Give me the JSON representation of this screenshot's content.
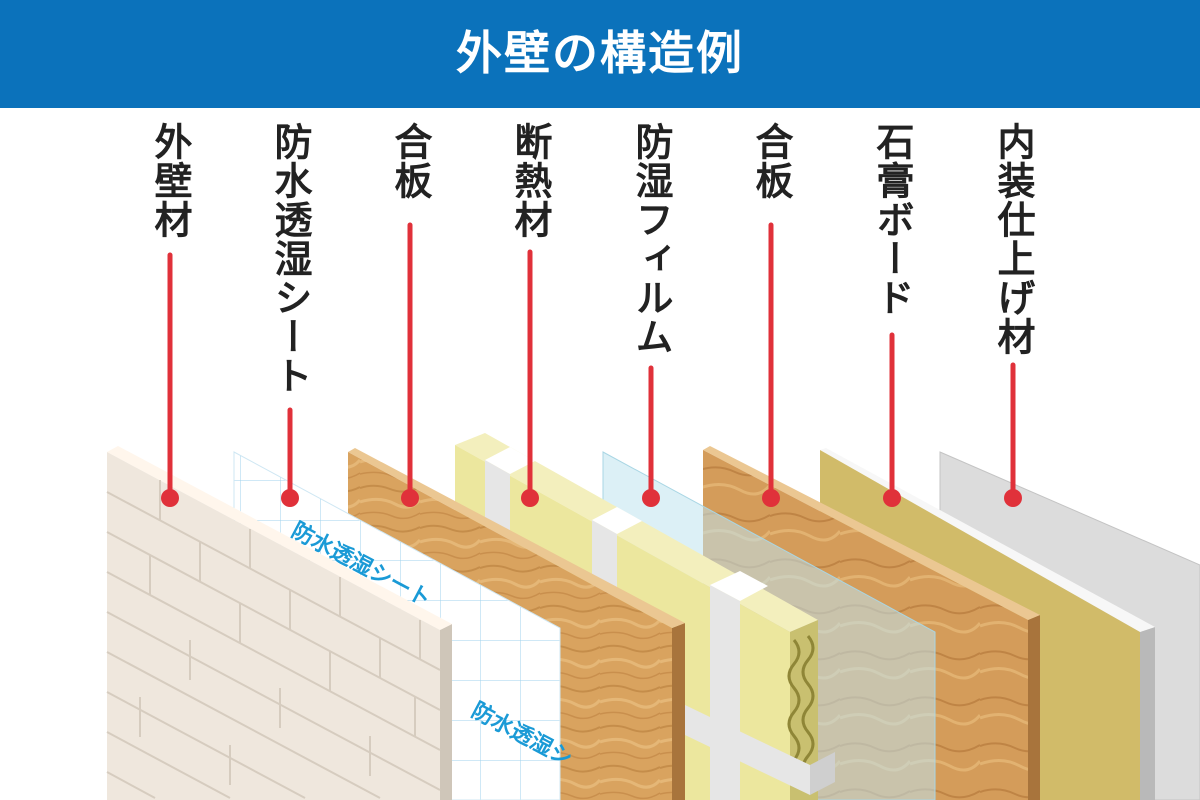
{
  "title": "外壁の構造例",
  "layers": [
    {
      "id": "exterior-wall",
      "label": "外壁材"
    },
    {
      "id": "waterproof-sheet",
      "label": "防水透湿シート"
    },
    {
      "id": "plywood-outer",
      "label": "合板"
    },
    {
      "id": "insulation",
      "label": "断熱材"
    },
    {
      "id": "vapor-film",
      "label": "防湿フィルム"
    },
    {
      "id": "plywood-inner",
      "label": "合板"
    },
    {
      "id": "gypsum-board",
      "label": "石膏ボード"
    },
    {
      "id": "interior-finish",
      "label": "内装仕上げ材"
    }
  ],
  "sheet_print": {
    "text_top": "防水透湿シート",
    "text_bottom": "防水透湿シ"
  },
  "colors": {
    "header_bg": "#0b72bb",
    "pointer_red": "#e0313a",
    "wood": "#d9a35f",
    "insulation": "#ece79e",
    "gypsum": "#d1bb69",
    "interior": "#dcdcdc",
    "siding": "#efe7dd"
  }
}
